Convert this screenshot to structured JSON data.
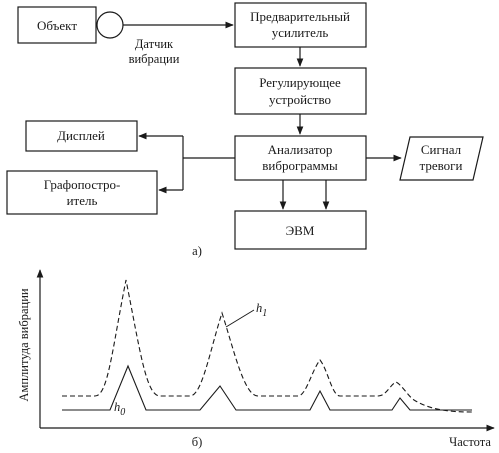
{
  "diagram": {
    "blocks": {
      "object": "Объект",
      "preamp": [
        "Предварительный",
        "усилитель"
      ],
      "regulator": [
        "Регулирующее",
        "устройство"
      ],
      "analyzer": [
        "Анализатор",
        "виброграммы"
      ],
      "display": "Дисплей",
      "plotter": [
        "Графопостро-",
        "итель"
      ],
      "computer": "ЭВМ",
      "alarm": [
        "Сигнал",
        "тревоги"
      ]
    },
    "sensor_label": [
      "Датчик",
      "вибрации"
    ],
    "part_a_label": "а)",
    "part_b_label": "б)"
  },
  "chart_data": {
    "type": "line",
    "ylabel": "Амплитуда вибрации",
    "xlabel": "Частота",
    "series": [
      {
        "name": "h1",
        "style": "dashed",
        "peaks": 4
      },
      {
        "name": "h0",
        "style": "solid",
        "peaks": 4
      }
    ],
    "series_labels": {
      "h1_main": "h",
      "h1_sub": "1",
      "h0_main": "h",
      "h0_sub": "0"
    }
  },
  "colors": {
    "ink": "#1a1a1a",
    "background": "#ffffff"
  }
}
